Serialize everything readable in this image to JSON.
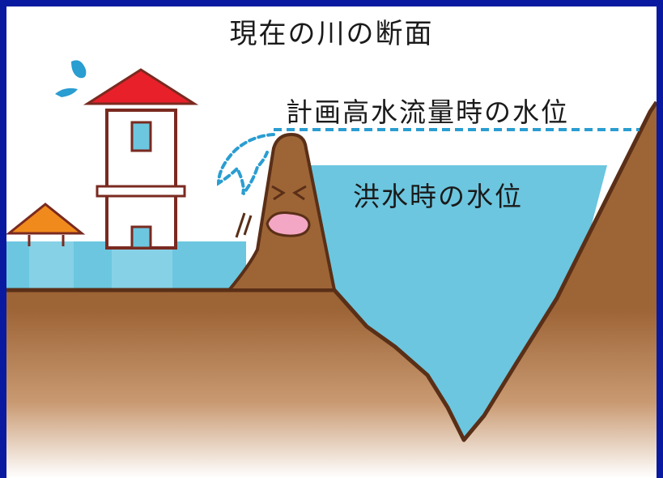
{
  "title": "現在の川の断面",
  "labels": {
    "planned_high_water": "計画高水流量時の水位",
    "flood_water": "洪水時の水位"
  },
  "colors": {
    "frame": "#0a1aa0",
    "soil": "#9d6436",
    "soil_outline": "#5a2f17",
    "water": "#6cc6df",
    "roof_main": "#e8202a",
    "roof_small": "#f08a1c",
    "face_mouth": "#f4a7c4",
    "dashed_line": "#2a9dd1"
  }
}
